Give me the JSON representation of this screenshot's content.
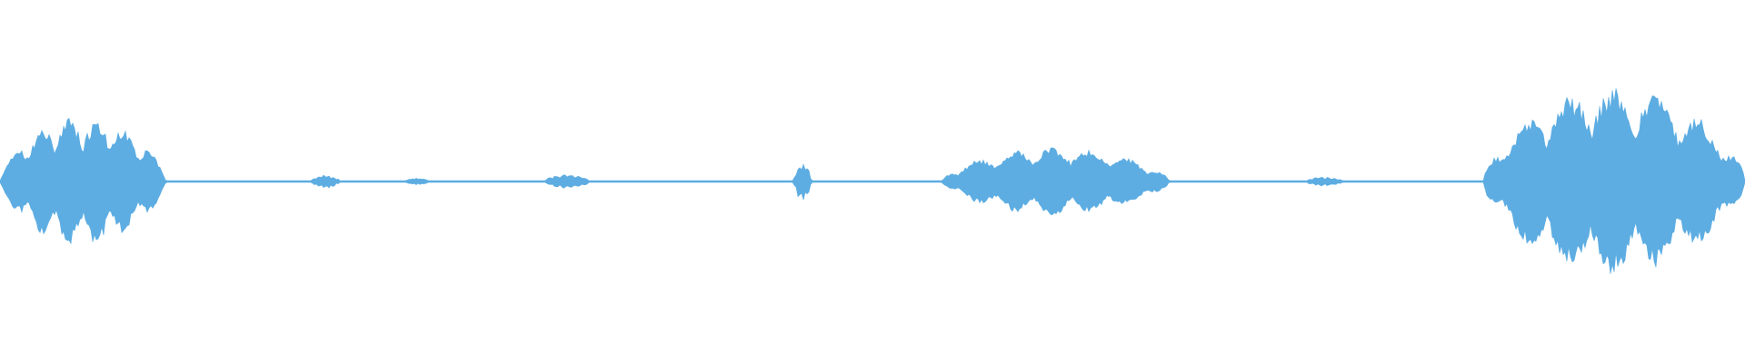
{
  "waveform": {
    "color": "#5dade2",
    "background": "#ffffff",
    "segments": [
      {
        "start": 0.0,
        "end": 0.095,
        "peak": 0.68
      },
      {
        "start": 0.178,
        "end": 0.195,
        "peak": 0.07
      },
      {
        "start": 0.232,
        "end": 0.246,
        "peak": 0.04
      },
      {
        "start": 0.312,
        "end": 0.338,
        "peak": 0.08
      },
      {
        "start": 0.455,
        "end": 0.465,
        "peak": 0.22
      },
      {
        "start": 0.54,
        "end": 0.67,
        "peak": 0.36
      },
      {
        "start": 0.748,
        "end": 0.77,
        "peak": 0.05
      },
      {
        "start": 0.85,
        "end": 1.0,
        "peak": 1.0
      }
    ]
  }
}
